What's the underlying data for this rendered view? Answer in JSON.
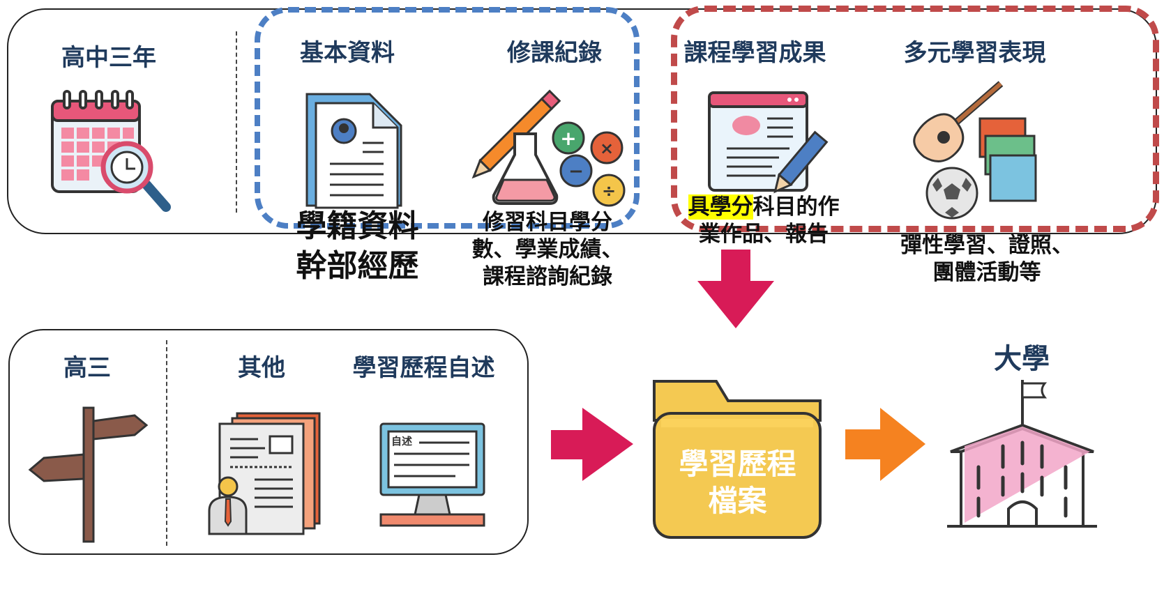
{
  "top_row": {
    "grade_label": "高中三年",
    "blue_group": {
      "basic_info_title": "基本資料",
      "course_record_title": "修課紀錄",
      "basic_info_caption_line1": "學籍資料",
      "basic_info_caption_line2": "幹部經歷",
      "course_record_caption_line1": "修習科目學分",
      "course_record_caption_line2": "數、學業成績、",
      "course_record_caption_line3": "課程諮詢紀錄"
    },
    "red_group": {
      "learning_results_title": "課程學習成果",
      "diverse_title": "多元學習表現",
      "learning_results_highlight": "具學分",
      "learning_results_caption_line1_rest": "科目的作",
      "learning_results_caption_line2": "業作品、報告",
      "diverse_caption_line1": "彈性學習、證照、",
      "diverse_caption_line2": "團體活動等"
    }
  },
  "bottom_row": {
    "grade_label": "高三",
    "other_title": "其他",
    "self_statement_title": "學習歷程自述",
    "screen_text": "自述",
    "portfolio_line1": "學習歷程",
    "portfolio_line2": "檔案",
    "university_label": "大學"
  },
  "colors": {
    "blue_dash": "#4d7fc4",
    "red_dash": "#c04a4a",
    "crimson_arrow": "#d81b57",
    "orange_arrow": "#f58220",
    "folder": "#f4c952",
    "header_text": "#1f3a5c"
  }
}
